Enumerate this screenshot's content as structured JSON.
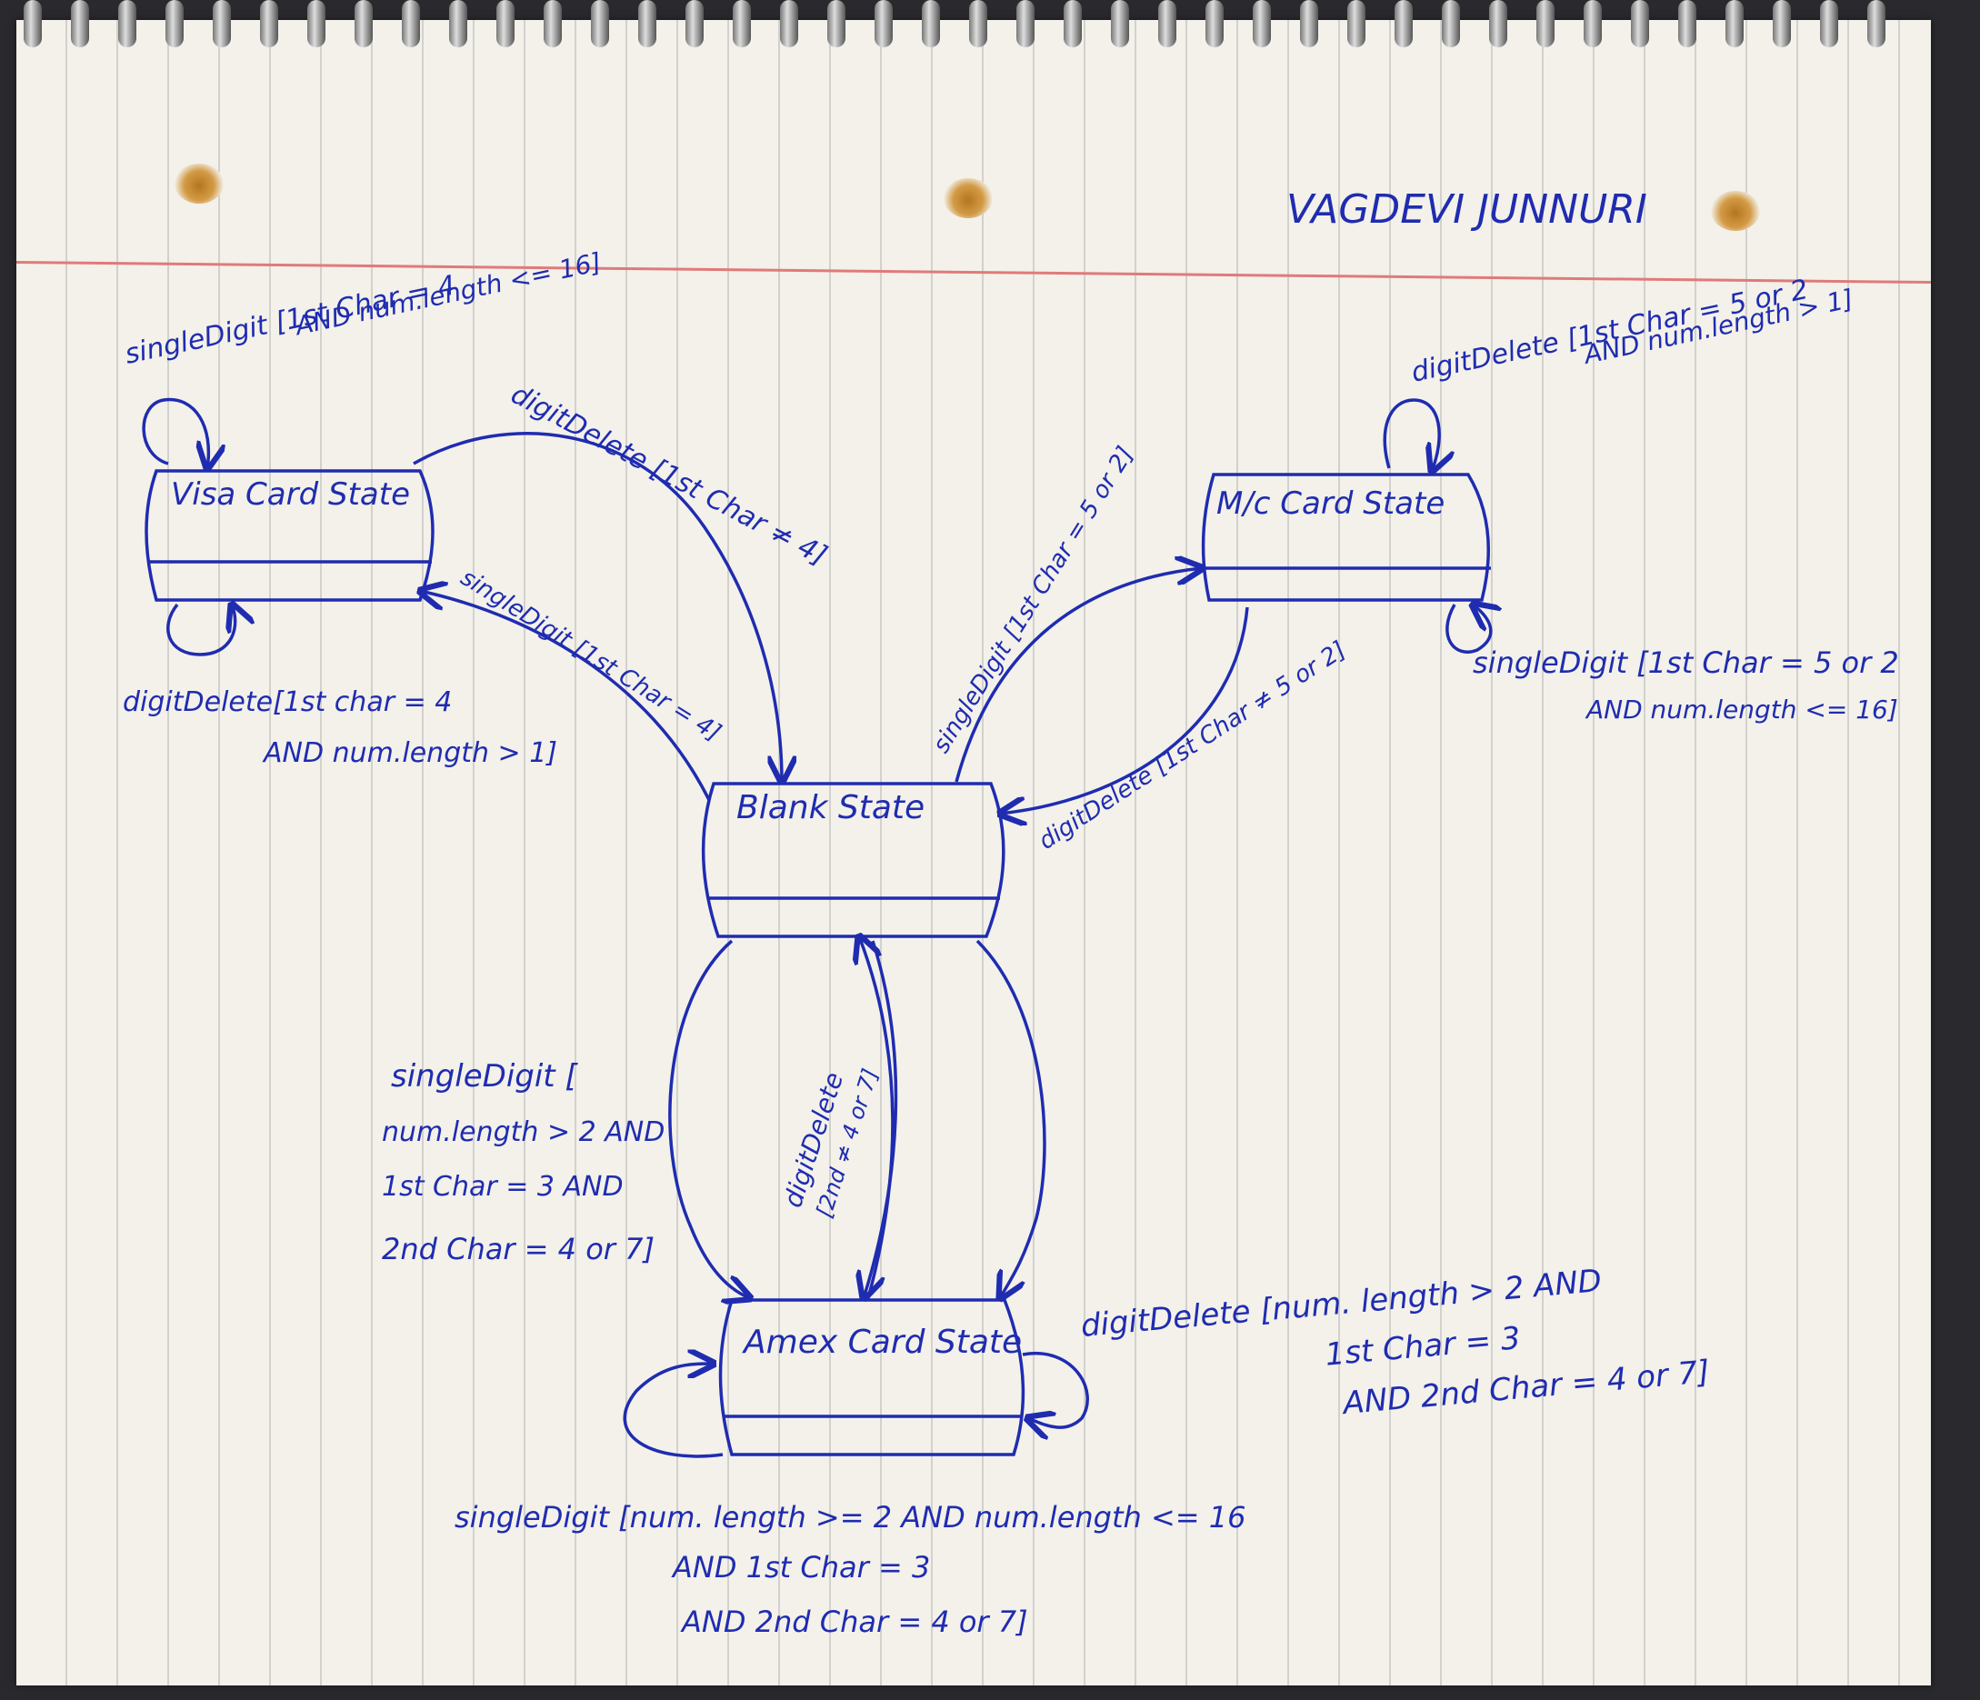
{
  "author": "VAGDEVI JUNNURI",
  "states": {
    "visa": "Visa Card State",
    "mc": "M/c Card State",
    "blank": "Blank State",
    "amex": "Amex Card State"
  },
  "labels": {
    "visa_self_top": [
      "singleDigit [1st Char = 4",
      "AND num.length <= 16]"
    ],
    "visa_to_blank": "digitDelete [1st Char ≠ 4]",
    "blank_to_visa": "singleDigit [1st Char = 4]",
    "visa_self_bottom": [
      "digitDelete[1st char = 4",
      "AND num.length > 1]"
    ],
    "mc_self_top": [
      "digitDelete [1st Char = 5 or 2",
      "AND num.length > 1]"
    ],
    "blank_to_mc": "singleDigit [1st Char = 5 or 2]",
    "mc_to_blank": "digitDelete [1st Char ≠ 5 or 2]",
    "mc_self_bottom": [
      "singleDigit [1st Char = 5 or 2",
      "AND num.length <= 16]"
    ],
    "blank_to_amex": [
      "singleDigit [",
      "num.length > 2 AND",
      "1st Char = 3 AND",
      "2nd Char = 4 or 7]"
    ],
    "amex_to_blank_inner": [
      "digitDelete",
      "[2nd ≠ 4 or 7]"
    ],
    "amex_to_blank_right": [
      "digitDelete [num. length > 2 AND",
      "1st Char = 3",
      "AND 2nd Char = 4 or 7]"
    ],
    "amex_self": [
      "singleDigit [num. length >= 2 AND num.length <= 16",
      "AND 1st Char = 3",
      "AND 2nd Char = 4 or 7]"
    ]
  },
  "colors": {
    "ink": "#1f2cb0",
    "paper": "#f3f1ea",
    "margin_line": "#e07a7a"
  }
}
